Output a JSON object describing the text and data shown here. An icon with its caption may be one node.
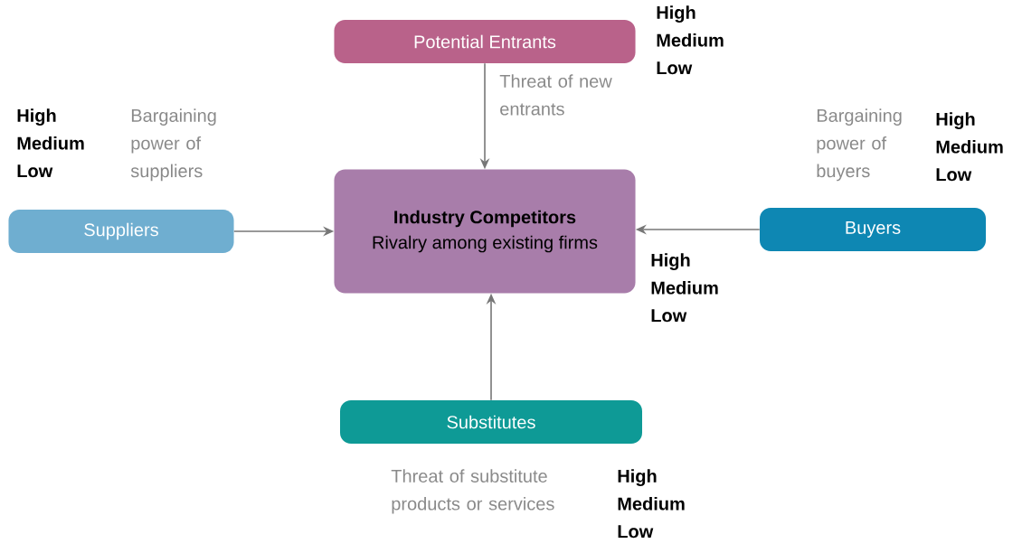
{
  "diagram": {
    "nodes": [
      {
        "text": [
          "Potential  Entrants"
        ]
      },
      {
        "text": [
          "Suppliers"
        ]
      },
      {
        "text": [
          "Industry Competitors",
          "Rivalry among existing firms"
        ]
      },
      {
        "text": [
          "Buyers"
        ]
      },
      {
        "text": [
          "Substitutes"
        ]
      }
    ],
    "edges": [
      {
        "from": 0,
        "to": 2,
        "arrow": "to",
        "label": "Threat of new entrants"
      },
      {
        "from": 1,
        "to": 2,
        "arrow": "to"
      },
      {
        "from": 3,
        "to": 2,
        "arrow": "to"
      },
      {
        "from": 4,
        "to": 2,
        "arrow": "to"
      }
    ],
    "labels": [
      "High Medium Low",
      "High Medium Low",
      "Bargaining power of suppliers",
      "Bargaining power of buyers",
      "High Medium Low",
      "High Medium Low",
      "Threat of substitute products or services",
      "High Medium Low"
    ]
  }
}
